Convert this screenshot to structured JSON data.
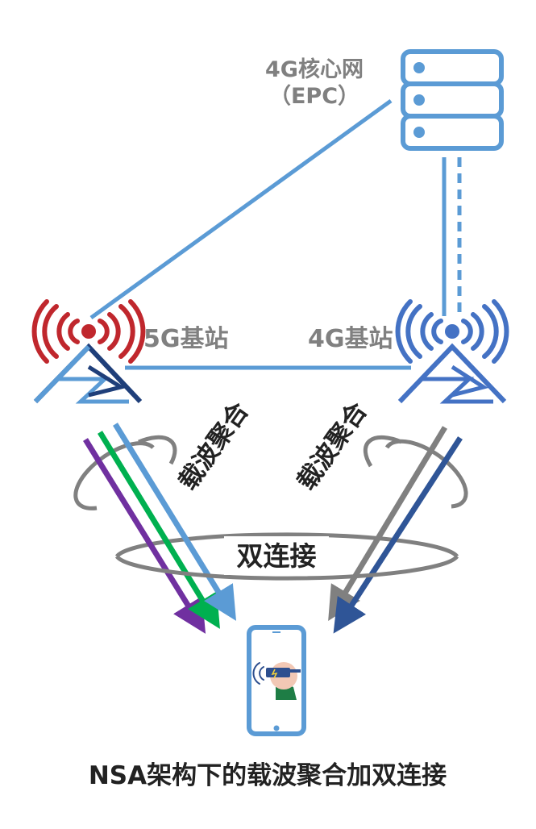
{
  "core": {
    "name": "4G核心网",
    "sub": "（EPC）"
  },
  "bs5g": {
    "label": "5G基站"
  },
  "bs4g": {
    "label": "4G基站"
  },
  "ca_left": "载波聚合",
  "ca_right": "载波聚合",
  "dual": "双连接",
  "title": "NSA架构下的载波聚合加双连接",
  "colors": {
    "blue_line": "#5b9bd5",
    "red_antenna": "#c0272d",
    "blue_antenna": "#4472c4",
    "navy": "#1f3f7a",
    "purple": "#7030a0",
    "green": "#00b050",
    "gray": "#808080",
    "dark_blue": "#2f5597"
  }
}
